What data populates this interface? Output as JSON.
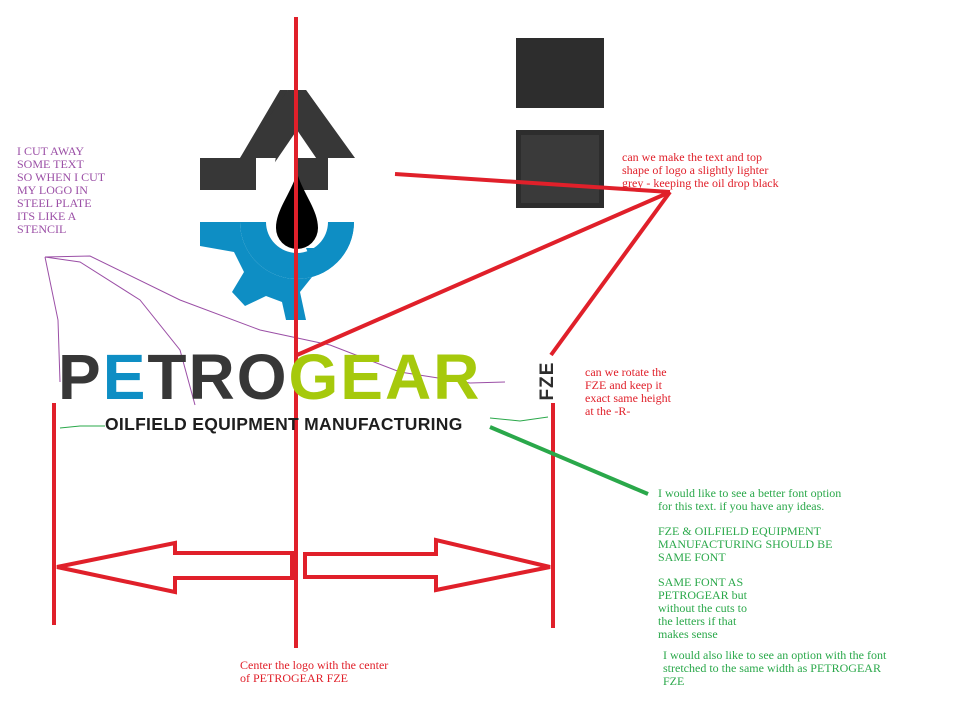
{
  "logo": {
    "brand_part1_a": "P",
    "brand_part1_b": "E",
    "brand_part1_c": "TRO",
    "brand_part2": "GEAR",
    "suffix": "FZE",
    "tagline": "OILFIELD EQUIPMENT MANUFACTURING",
    "colors": {
      "dark_grey": "#373737",
      "blue": "#0e8ec4",
      "green": "#a6c90c",
      "drop": "#000000"
    }
  },
  "swatches": {
    "swatch_1": "#2d2d2d",
    "swatch_2": "#3a3a3a"
  },
  "annotations": {
    "stencil_note": "I CUT AWAY\nSOME TEXT\nSO WHEN I CUT\nMY LOGO IN\nSTEEL PLATE\nITS LIKE A\nSTENCIL",
    "grey_note": "can we make the text and top\nshape of logo a slightly lighter\ngrey - keeping the oil drop black",
    "fze_note": "can we rotate the\nFZE and keep it\nexact same height\nat the -R-",
    "font_note": "I would like to see a better font option\nfor this text. if you have any ideas.",
    "same_font_note": "FZE & OILFIELD EQUIPMENT\nMANUFACTURING SHOULD BE\nSAME FONT",
    "petrogear_font_note": "SAME FONT AS\nPETROGEAR but\nwithout the cuts to\nthe letters if that\nmakes sense",
    "stretch_note": "I would also like to see an option with the font\nstretched to the same width as  PETROGEAR\nFZE",
    "center_note": "Center the logo with the center\nof PETROGEAR FZE"
  },
  "annotation_colors": {
    "red": "#e0202a",
    "green": "#2aa84a",
    "purple": "#9b4fa6"
  }
}
